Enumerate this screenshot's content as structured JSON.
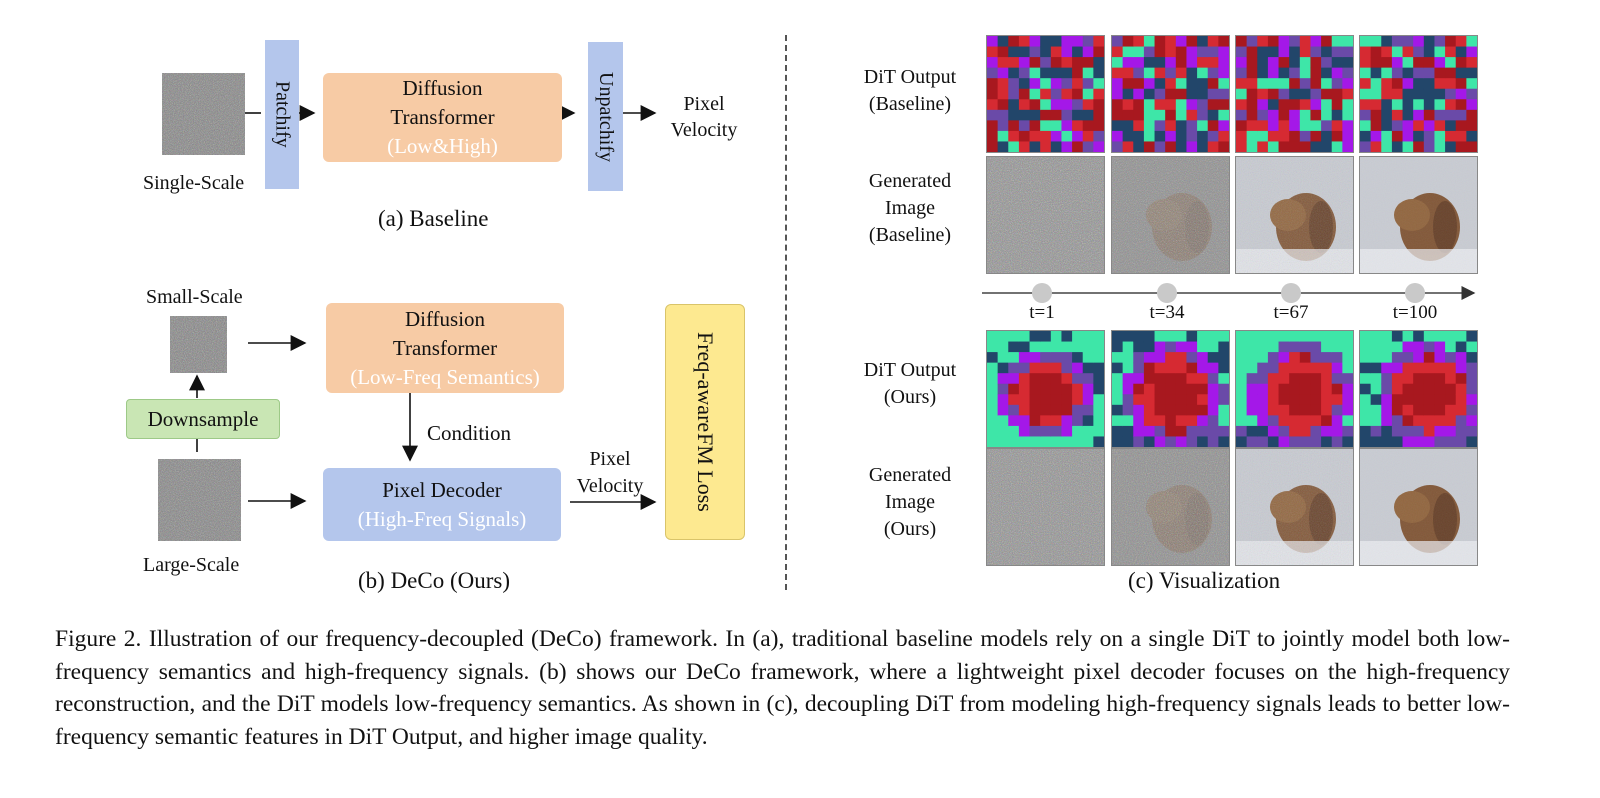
{
  "baseline": {
    "input_label": "Single-Scale",
    "patchify": "Patchify",
    "dit_title_1": "Diffusion",
    "dit_title_2": "Transformer",
    "dit_sub": "(Low&High)",
    "unpatchify": "Unpatchify",
    "output_1": "Pixel",
    "output_2": "Velocity",
    "caption": "(a) Baseline"
  },
  "deco": {
    "small_label": "Small-Scale",
    "large_label": "Large-Scale",
    "downsample": "Downsample",
    "dit_title_1": "Diffusion",
    "dit_title_2": "Transformer",
    "dit_sub": "(Low-Freq Semantics)",
    "condition": "Condition",
    "decoder_title": "Pixel Decoder",
    "decoder_sub": "(High-Freq Signals)",
    "output_1": "Pixel",
    "output_2": "Velocity",
    "loss_1": "Freq-aware",
    "loss_2": "FM Loss",
    "caption": "(b) DeCo (Ours)"
  },
  "viz": {
    "row1": [
      "DiT Output",
      "(Baseline)"
    ],
    "row2": [
      "Generated",
      "Image",
      "(Baseline)"
    ],
    "row3": [
      "DiT Output",
      "(Ours)"
    ],
    "row4": [
      "Generated",
      "Image",
      "(Ours)"
    ],
    "timesteps": [
      "t=1",
      "t=34",
      "t=67",
      "t=100"
    ],
    "caption": "(c) Visualization"
  },
  "figure_caption": "Figure 2. Illustration of our frequency-decoupled (DeCo) framework. In (a), traditional baseline models rely on a single DiT to jointly model both low-frequency semantics and high-frequency signals. (b) shows our DeCo framework, where a lightweight pixel decoder focuses on the high-frequency reconstruction, and the DiT models low-frequency semantics. As shown in (c), decoupling DiT from modeling high-frequency signals leads to better low-frequency semantic features in DiT Output, and higher image quality.",
  "colors": {
    "dit_box": "#f7cba5",
    "decoder_box": "#b4c6ec",
    "patchify_bar": "#b4c6ec",
    "downsample_box": "#c9e6b4",
    "loss_box": "#fde990",
    "palette_teal": "#3ee6a8",
    "palette_red": "#d62a32",
    "palette_navy": "#22466a",
    "palette_purple": "#a418e8",
    "palette_darkred": "#a8181f",
    "palette_violet": "#6a4aa8"
  }
}
